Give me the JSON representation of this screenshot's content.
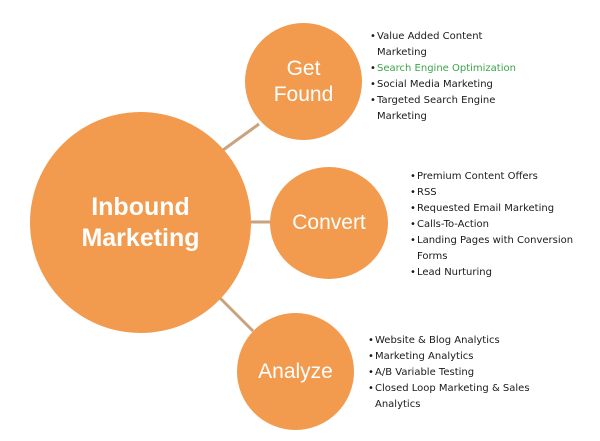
{
  "colors": {
    "node_fill": "#F29B4E",
    "connector": "#C9A27E",
    "text_dark": "#1A1A1A",
    "text_highlight": "#3AA44B",
    "node_text": "#FFFFFF"
  },
  "bullet_glyph": "•",
  "center": {
    "label": "Inbound\nMarketing"
  },
  "branches": [
    {
      "id": "get-found",
      "label": "Get\nFound",
      "items": [
        {
          "text": "Value Added Content\nMarketing",
          "highlight": false
        },
        {
          "text": "Search Engine Optimization",
          "highlight": true
        },
        {
          "text": "Social Media Marketing",
          "highlight": false
        },
        {
          "text": "Targeted Search Engine\nMarketing",
          "highlight": false
        }
      ]
    },
    {
      "id": "convert",
      "label": "Convert",
      "items": [
        {
          "text": "Premium Content Offers",
          "highlight": false
        },
        {
          "text": "RSS",
          "highlight": false
        },
        {
          "text": "Requested Email Marketing",
          "highlight": false
        },
        {
          "text": "Calls-To-Action",
          "highlight": false
        },
        {
          "text": "Landing Pages with Conversion\nForms",
          "highlight": false
        },
        {
          "text": "Lead Nurturing",
          "highlight": false
        }
      ]
    },
    {
      "id": "analyze",
      "label": "Analyze",
      "items": [
        {
          "text": "Website & Blog Analytics",
          "highlight": false
        },
        {
          "text": "Marketing Analytics",
          "highlight": false
        },
        {
          "text": "A/B Variable Testing",
          "highlight": false
        },
        {
          "text": "Closed Loop Marketing & Sales\nAnalytics",
          "highlight": false
        }
      ]
    }
  ]
}
